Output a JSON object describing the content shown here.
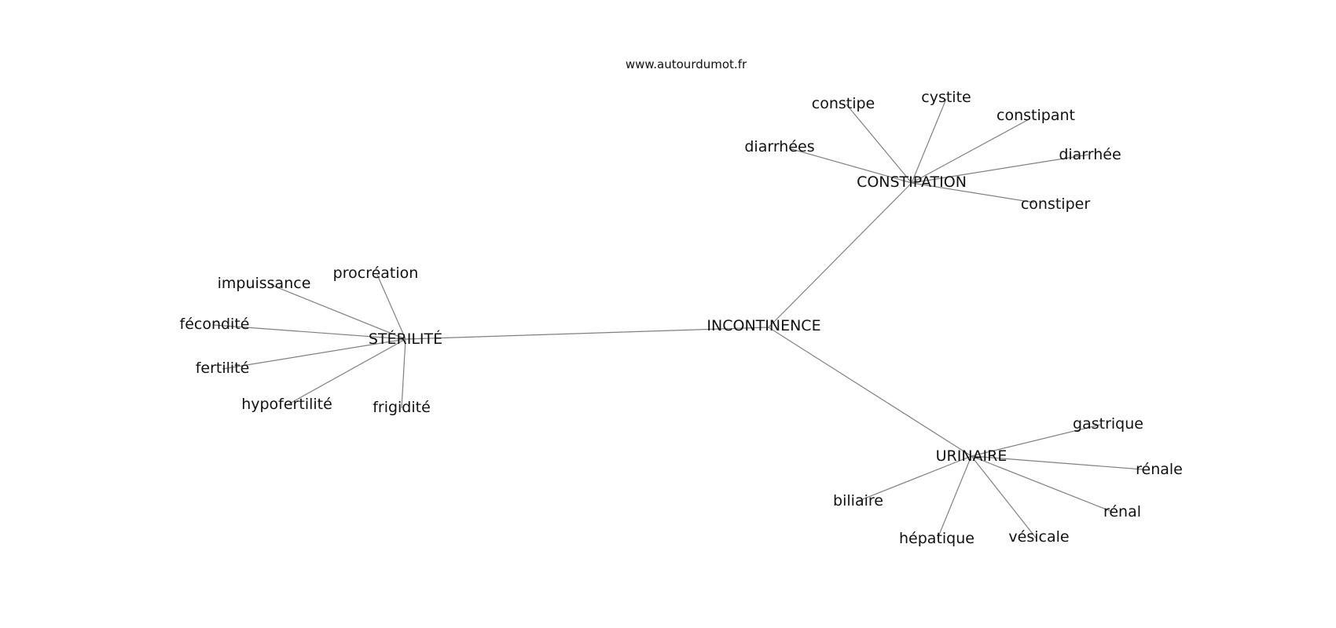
{
  "site": "www.autourdumot.fr",
  "nodes": {
    "incontinence": "INCONTINENCE",
    "sterilite": "STÉRILITÉ",
    "constipation": "CONSTIPATION",
    "urinaire": "URINAIRE",
    "procreation": "procréation",
    "impuissance": "impuissance",
    "fecondite": "fécondité",
    "fertilite": "fertilité",
    "hypofertilite": "hypofertilité",
    "frigidite": "frigidité",
    "constipe": "constipe",
    "cystite": "cystite",
    "constipant": "constipant",
    "diarrhees": "diarrhées",
    "diarrhee": "diarrhée",
    "constiper": "constiper",
    "gastrique": "gastrique",
    "renale": "rénale",
    "renal": "rénal",
    "biliaire": "biliaire",
    "hepatique": "hépatique",
    "vesicale": "vésicale"
  },
  "edges": [
    [
      "incontinence",
      "sterilite"
    ],
    [
      "incontinence",
      "constipation"
    ],
    [
      "incontinence",
      "urinaire"
    ],
    [
      "sterilite",
      "procreation"
    ],
    [
      "sterilite",
      "impuissance"
    ],
    [
      "sterilite",
      "fecondite"
    ],
    [
      "sterilite",
      "fertilite"
    ],
    [
      "sterilite",
      "hypofertilite"
    ],
    [
      "sterilite",
      "frigidite"
    ],
    [
      "constipation",
      "constipe"
    ],
    [
      "constipation",
      "cystite"
    ],
    [
      "constipation",
      "constipant"
    ],
    [
      "constipation",
      "diarrhees"
    ],
    [
      "constipation",
      "diarrhee"
    ],
    [
      "constipation",
      "constiper"
    ],
    [
      "urinaire",
      "gastrique"
    ],
    [
      "urinaire",
      "renale"
    ],
    [
      "urinaire",
      "renal"
    ],
    [
      "urinaire",
      "biliaire"
    ],
    [
      "urinaire",
      "hepatique"
    ],
    [
      "urinaire",
      "vesicale"
    ]
  ]
}
